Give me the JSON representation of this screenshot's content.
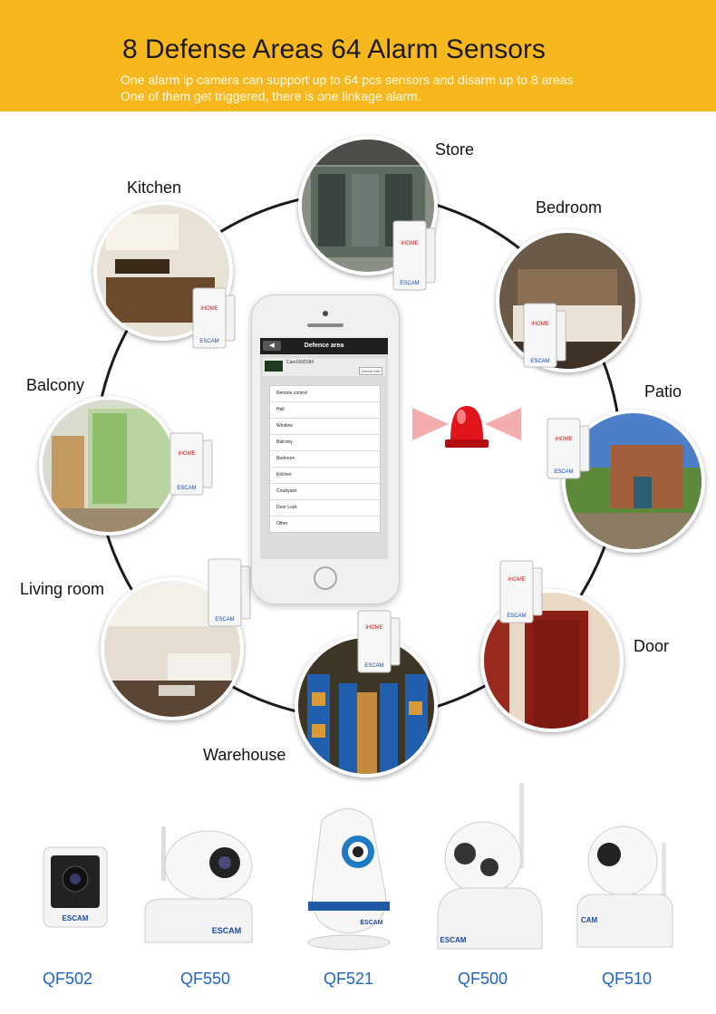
{
  "banner": {
    "title": "8 Defense Areas 64 Alarm Sensors",
    "subtitle_line1": "One alarm ip camera can support up to 64 pcs sensors and disarm up to 8 areas",
    "subtitle_line2": "One of them get triggered, there is one linkage alarm."
  },
  "areas": {
    "store": "Store",
    "kitchen": "Kitchen",
    "bedroom": "Bedroom",
    "balcony": "Balcony",
    "patio": "Patio",
    "living_room": "Living room",
    "door": "Door",
    "warehouse": "Warehouse"
  },
  "sensor": {
    "brand_top": "iHOME",
    "brand_bottom": "ESCAM"
  },
  "phone_screen": {
    "title": "Defence area",
    "camera_name": "Cam1600184",
    "device_info_label": "Device Info",
    "items": [
      "Remote control",
      "Hall",
      "Window",
      "Balcony",
      "Bedroom",
      "Kitchen",
      "Courtyard",
      "Door Lock",
      "Other"
    ]
  },
  "products": [
    {
      "model": "QF502",
      "brand": "ESCAM"
    },
    {
      "model": "QF550",
      "brand": "ESCAM"
    },
    {
      "model": "QF521",
      "brand": "ESCAM"
    },
    {
      "model": "QF500",
      "brand": "ESCAM"
    },
    {
      "model": "QF510",
      "brand": "CAM"
    }
  ],
  "colors": {
    "banner_bg": "#f6b81e",
    "product_label": "#1e64c8",
    "siren_red": "#e0151b"
  }
}
